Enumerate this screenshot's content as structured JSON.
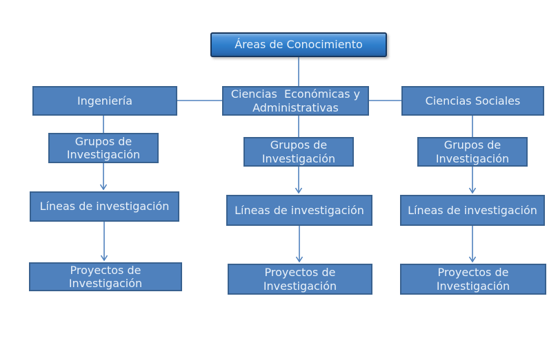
{
  "colors": {
    "background": "#ffffff",
    "box_fill": "#4f81bd",
    "box_border": "#38618f",
    "root_border": "#17375e",
    "root_gradient_top": "#85b4e2",
    "root_gradient_mid": "#2e7ecb",
    "root_gradient_bottom": "#2a6db6",
    "connector": "#4f81bd",
    "text": "#e9f1f9"
  },
  "diagram": {
    "root": {
      "label": "Áreas de Conocimiento"
    },
    "branches": [
      {
        "label": "Ingeniería",
        "levels": [
          "Grupos de\nInvestigación",
          "Líneas de investigación",
          "Proyectos de\nInvestigación"
        ]
      },
      {
        "label": "Ciencias  Económicas y\nAdministrativas",
        "levels": [
          "Grupos de\nInvestigación",
          "Líneas de investigación",
          "Proyectos de\nInvestigación"
        ]
      },
      {
        "label": "Ciencias Sociales",
        "levels": [
          "Grupos de\nInvestigación",
          "Líneas de investigación",
          "Proyectos de\nInvestigación"
        ]
      }
    ]
  }
}
